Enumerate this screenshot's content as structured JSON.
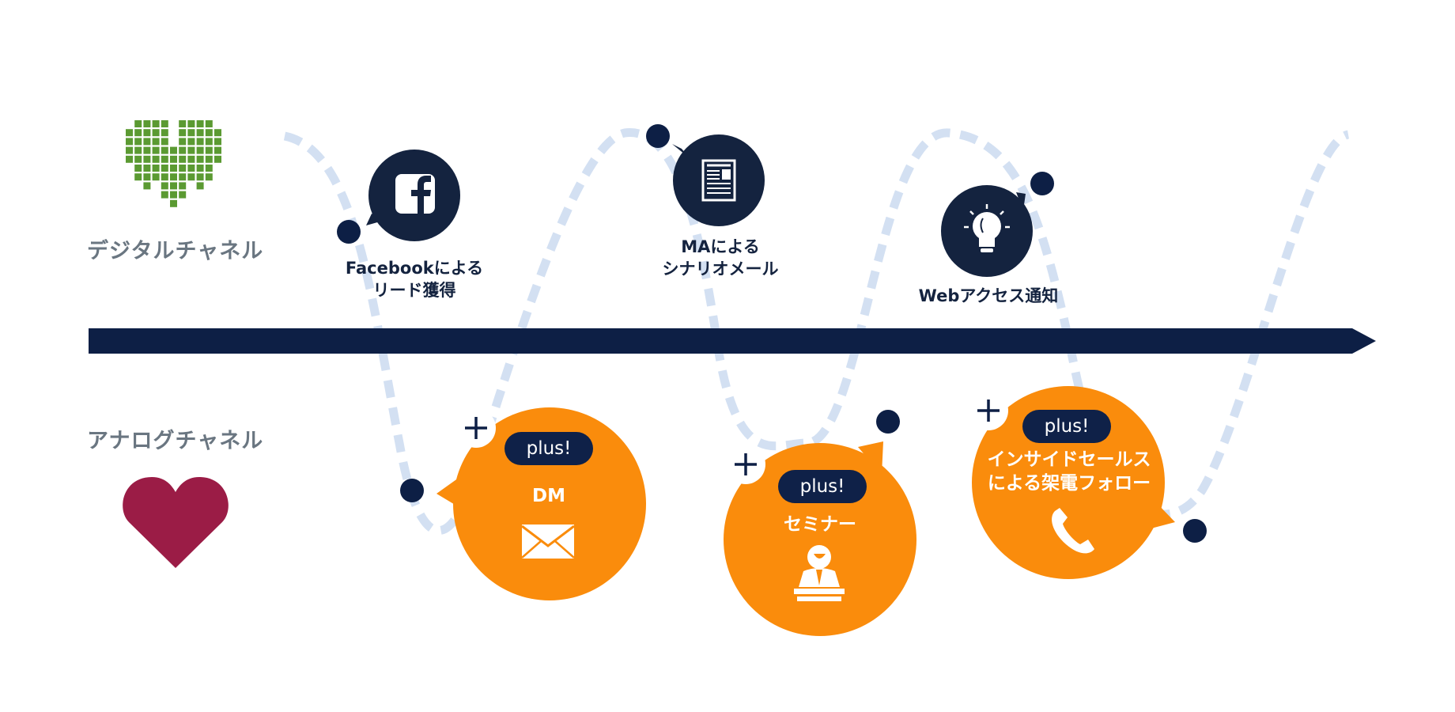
{
  "colors": {
    "navy": "#0d1f45",
    "orange": "#fa8c0c",
    "wave": "#d3e0f2",
    "digital_heart": "#5b9a32",
    "analog_heart": "#9b1c46",
    "label_gray": "#6a7681"
  },
  "channels": {
    "digital": "デジタルチャネル",
    "analog": "アナログチャネル"
  },
  "digital_items": [
    {
      "label": "Facebookによる\nリード獲得",
      "icon": "facebook-icon"
    },
    {
      "label": "MAによる\nシナリオメール",
      "icon": "document-icon"
    },
    {
      "label": "Webアクセス通知",
      "icon": "lightbulb-icon"
    }
  ],
  "analog_items": [
    {
      "tag": "plus!",
      "label": "DM",
      "icon": "envelope-icon"
    },
    {
      "tag": "plus!",
      "label": "セミナー",
      "icon": "presenter-icon"
    },
    {
      "tag": "plus!",
      "label": "インサイドセールス\nによる架電フォロー",
      "icon": "phone-icon"
    }
  ]
}
